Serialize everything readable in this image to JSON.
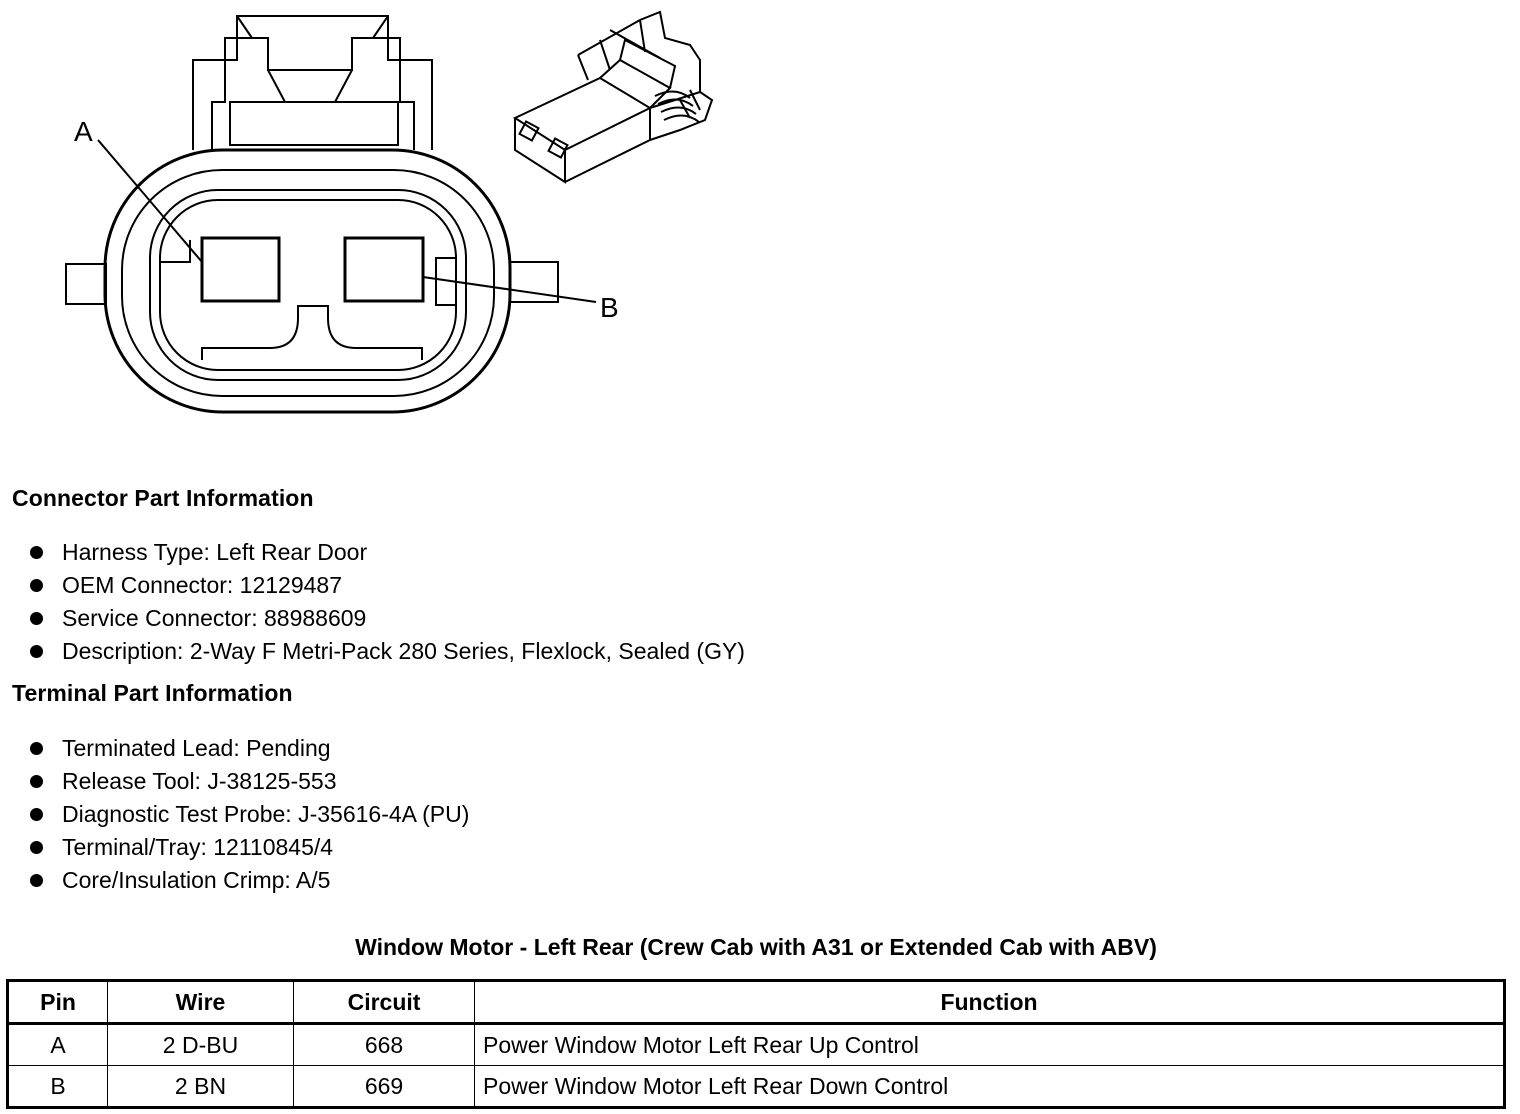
{
  "diagram": {
    "callout_a": "A",
    "callout_b": "B"
  },
  "connector_section": {
    "heading": "Connector Part Information",
    "items": [
      "Harness Type: Left Rear Door",
      "OEM Connector: 12129487",
      "Service Connector: 88988609",
      "Description: 2-Way F Metri-Pack 280 Series, Flexlock, Sealed (GY)"
    ]
  },
  "terminal_section": {
    "heading": "Terminal Part Information",
    "items": [
      "Terminated Lead: Pending",
      "Release Tool: J-38125-553",
      "Diagnostic Test Probe: J-35616-4A (PU)",
      "Terminal/Tray: 12110845/4",
      "Core/Insulation Crimp: A/5"
    ]
  },
  "table": {
    "title": "Window Motor - Left Rear (Crew Cab with A31 or Extended Cab with ABV)",
    "headers": [
      "Pin",
      "Wire",
      "Circuit",
      "Function"
    ],
    "rows": [
      [
        "A",
        "2 D-BU",
        "668",
        "Power Window Motor Left Rear Up Control"
      ],
      [
        "B",
        "2 BN",
        "669",
        "Power Window Motor Left Rear Down Control"
      ]
    ]
  }
}
